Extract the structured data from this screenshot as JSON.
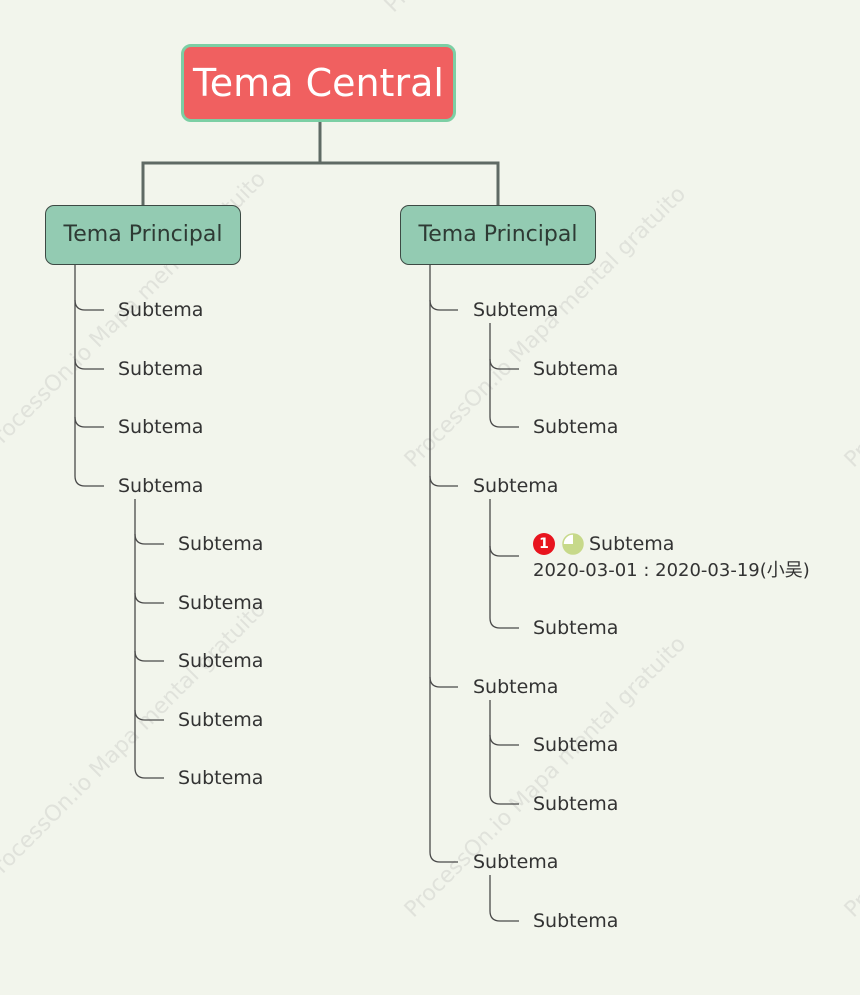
{
  "central_topic": "Tema Central",
  "watermark": "ProcessOn.io Mapa mental gratuito",
  "left": {
    "label": "Tema Principal",
    "subtopics": [
      {
        "label": "Subtema"
      },
      {
        "label": "Subtema"
      },
      {
        "label": "Subtema"
      },
      {
        "label": "Subtema",
        "children": [
          "Subtema",
          "Subtema",
          "Subtema",
          "Subtema",
          "Subtema"
        ]
      }
    ]
  },
  "right": {
    "label": "Tema Principal",
    "subtopics": [
      {
        "label": "Subtema",
        "children": [
          "Subtema",
          "Subtema"
        ]
      },
      {
        "label": "Subtema",
        "children": [
          "Subtema",
          "Subtema"
        ]
      },
      {
        "label": "Subtema",
        "children": [
          "Subtema",
          "Subtema"
        ]
      },
      {
        "label": "Subtema",
        "children": [
          "Subtema"
        ]
      }
    ]
  },
  "task": {
    "priority": "1",
    "progress_icon": "progress-pie-icon",
    "progress": 0.75,
    "dates": "2020-03-01 : 2020-03-19(小吴)"
  },
  "colors": {
    "background": "#f2f5ec",
    "central_fill": "#f06060",
    "central_border": "#7ccfa4",
    "main_fill": "#93cbb2",
    "main_border": "#3d4a44",
    "connector_main": "#5f6a64",
    "connector_sub": "#4a4a4a",
    "priority": "#e8141e",
    "progress": "#c7d98a"
  }
}
